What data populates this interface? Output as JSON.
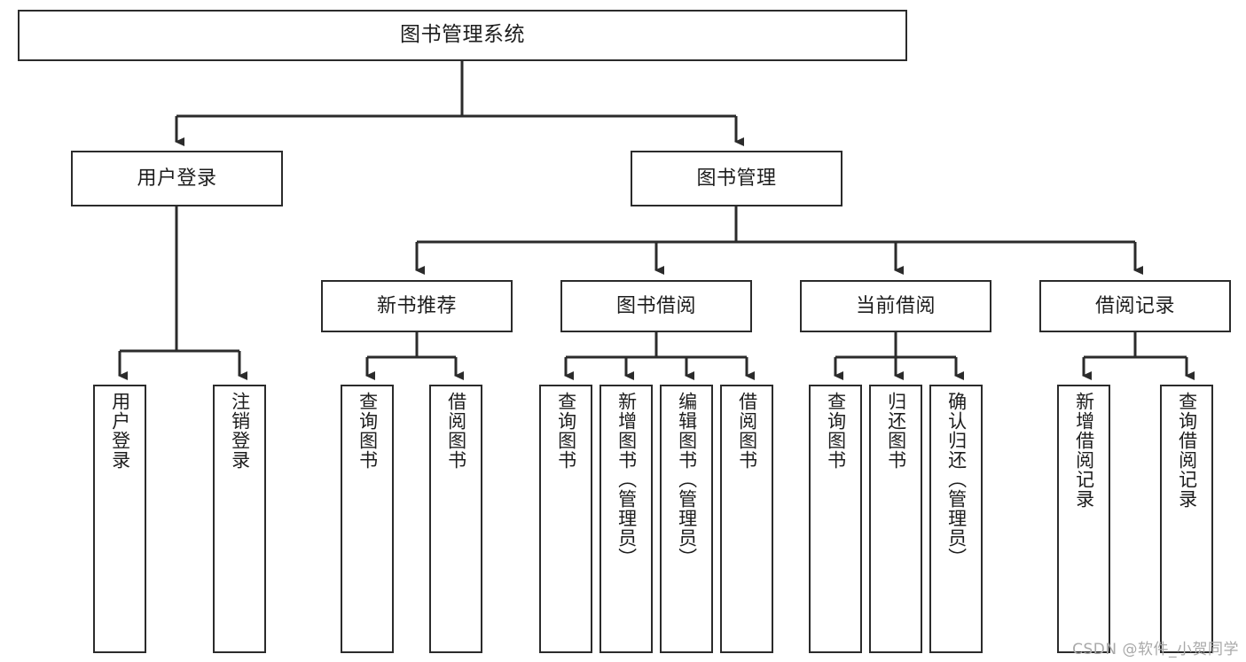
{
  "diagram": {
    "type": "tree",
    "title": "图书管理系统",
    "orientation": "top-down",
    "colors": {
      "box_border": "#2b2b2b",
      "box_fill": "#ffffff",
      "connector": "#2b2b2b",
      "text": "#1d1d1d",
      "watermark": "#a9a9a9"
    },
    "levels": {
      "root": "图书管理系统",
      "level2": [
        "用户登录",
        "图书管理"
      ],
      "level3": [
        "新书推荐",
        "图书借阅",
        "当前借阅",
        "借阅记录"
      ]
    },
    "nodes": {
      "root": {
        "label": "图书管理系统"
      },
      "user_login": {
        "label": "用户登录"
      },
      "book_manage": {
        "label": "图书管理"
      },
      "new_book_rec": {
        "label": "新书推荐"
      },
      "book_borrow": {
        "label": "图书借阅"
      },
      "current_borrow": {
        "label": "当前借阅"
      },
      "borrow_record": {
        "label": "借阅记录"
      },
      "leaf_user_login": {
        "label": "用户登录"
      },
      "leaf_logout": {
        "label": "注销登录"
      },
      "leaf_query_book_a": {
        "label": "查询图书"
      },
      "leaf_borrow_book_a": {
        "label": "借阅图书"
      },
      "leaf_query_book_b": {
        "label": "查询图书"
      },
      "leaf_add_book": {
        "label": "新增图书（管理员）"
      },
      "leaf_edit_book": {
        "label": "编辑图书（管理员）"
      },
      "leaf_borrow_book_b": {
        "label": "借阅图书"
      },
      "leaf_query_book_c": {
        "label": "查询图书"
      },
      "leaf_return_book": {
        "label": "归还图书"
      },
      "leaf_confirm_return": {
        "label": "确认归还（管理员）"
      },
      "leaf_add_record": {
        "label": "新增借阅记录"
      },
      "leaf_query_record": {
        "label": "查询借阅记录"
      }
    },
    "edges": [
      {
        "from": "root",
        "to": "user_login"
      },
      {
        "from": "root",
        "to": "book_manage"
      },
      {
        "from": "user_login",
        "to": "leaf_user_login"
      },
      {
        "from": "user_login",
        "to": "leaf_logout"
      },
      {
        "from": "book_manage",
        "to": "new_book_rec"
      },
      {
        "from": "book_manage",
        "to": "book_borrow"
      },
      {
        "from": "book_manage",
        "to": "current_borrow"
      },
      {
        "from": "book_manage",
        "to": "borrow_record"
      },
      {
        "from": "new_book_rec",
        "to": "leaf_query_book_a"
      },
      {
        "from": "new_book_rec",
        "to": "leaf_borrow_book_a"
      },
      {
        "from": "book_borrow",
        "to": "leaf_query_book_b"
      },
      {
        "from": "book_borrow",
        "to": "leaf_add_book"
      },
      {
        "from": "book_borrow",
        "to": "leaf_edit_book"
      },
      {
        "from": "book_borrow",
        "to": "leaf_borrow_book_b"
      },
      {
        "from": "current_borrow",
        "to": "leaf_query_book_c"
      },
      {
        "from": "current_borrow",
        "to": "leaf_return_book"
      },
      {
        "from": "current_borrow",
        "to": "leaf_confirm_return"
      },
      {
        "from": "borrow_record",
        "to": "leaf_add_record"
      },
      {
        "from": "borrow_record",
        "to": "leaf_query_record"
      }
    ]
  },
  "watermark": {
    "text": "CSDN @软件_小贺同学"
  }
}
